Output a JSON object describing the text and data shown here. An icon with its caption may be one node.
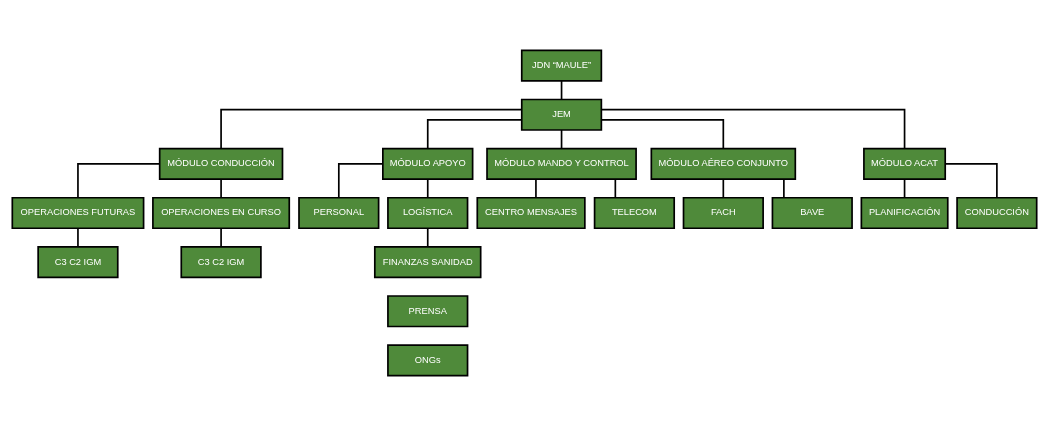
{
  "diagram": {
    "nodes": [
      {
        "text": [
          "JDN “MAULE”"
        ]
      },
      {
        "text": [
          "JEM"
        ]
      },
      {
        "text": [
          "MÓDULO CONDUCCIÓN"
        ]
      },
      {
        "text": [
          "MÓDULO APOYO"
        ]
      },
      {
        "text": [
          "MÓDULO MANDO Y CONTROL"
        ]
      },
      {
        "text": [
          "MÓDULO AÉREO CONJUNTO"
        ]
      },
      {
        "text": [
          "MÓDULO ACAT"
        ]
      },
      {
        "text": [
          "OPERACIONES FUTURAS"
        ]
      },
      {
        "text": [
          "OPERACIONES EN CURSO"
        ]
      },
      {
        "text": [
          "PERSONAL"
        ]
      },
      {
        "text": [
          "LOGÍSTICA"
        ]
      },
      {
        "text": [
          "CENTRO MENSAJES"
        ]
      },
      {
        "text": [
          "TELECOM"
        ]
      },
      {
        "text": [
          "FACH"
        ]
      },
      {
        "text": [
          "BAVE"
        ]
      },
      {
        "text": [
          "PLANIFICACIÓN"
        ]
      },
      {
        "text": [
          "CONDUCCIÓN"
        ]
      },
      {
        "text": [
          "C3 C2 IGM"
        ]
      },
      {
        "text": [
          "C3 C2 IGM"
        ]
      },
      {
        "text": [
          "FINANZAS SANIDAD"
        ]
      },
      {
        "text": [
          "PRENSA"
        ]
      },
      {
        "text": [
          "ONGs"
        ]
      }
    ],
    "edges": [
      {
        "from": 0,
        "to": 1,
        "arrow": "none"
      },
      {
        "from": 1,
        "to": 2,
        "arrow": "none"
      },
      {
        "from": 1,
        "to": 3,
        "arrow": "none"
      },
      {
        "from": 1,
        "to": 4,
        "arrow": "none"
      },
      {
        "from": 1,
        "to": 5,
        "arrow": "none"
      },
      {
        "from": 1,
        "to": 6,
        "arrow": "none"
      },
      {
        "from": 2,
        "to": 7,
        "arrow": "none"
      },
      {
        "from": 2,
        "to": 8,
        "arrow": "none"
      },
      {
        "from": 3,
        "to": 9,
        "arrow": "none"
      },
      {
        "from": 3,
        "to": 10,
        "arrow": "none"
      },
      {
        "from": 4,
        "to": 11,
        "arrow": "none"
      },
      {
        "from": 4,
        "to": 12,
        "arrow": "none"
      },
      {
        "from": 5,
        "to": 13,
        "arrow": "none"
      },
      {
        "from": 5,
        "to": 14,
        "arrow": "none"
      },
      {
        "from": 6,
        "to": 15,
        "arrow": "none"
      },
      {
        "from": 6,
        "to": 16,
        "arrow": "none"
      },
      {
        "from": 7,
        "to": 17,
        "arrow": "none"
      },
      {
        "from": 8,
        "to": 18,
        "arrow": "none"
      },
      {
        "from": 10,
        "to": 19,
        "arrow": "none"
      }
    ]
  }
}
